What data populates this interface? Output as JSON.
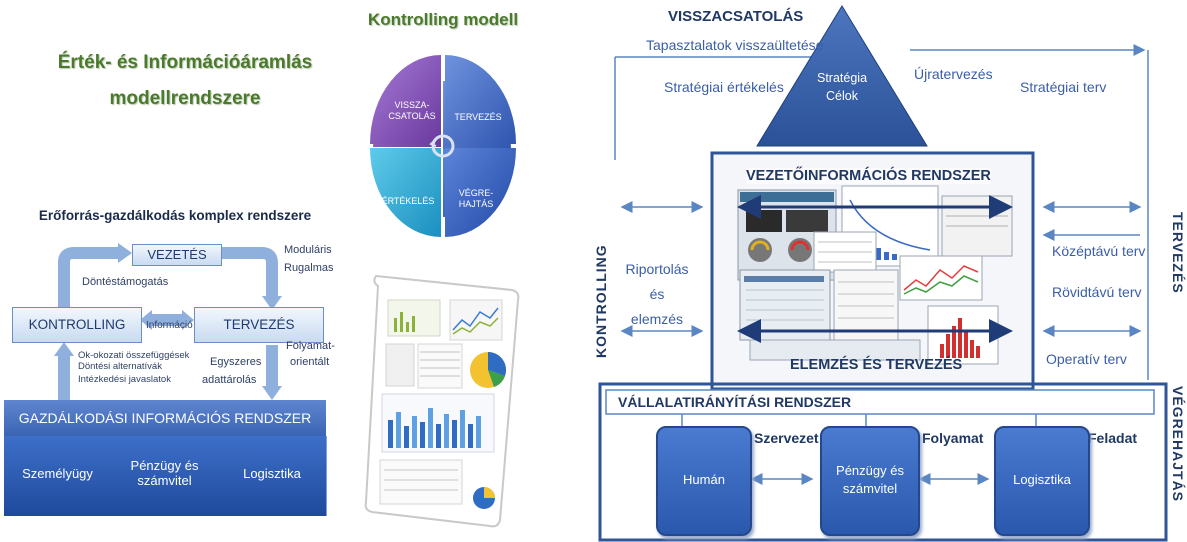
{
  "left": {
    "title_line1": "Érték- és Információáramlás",
    "title_line2": "modellrendszere",
    "subtitle": "Erőforrás-gazdálkodás komplex rendszere",
    "vezetes": "VEZETÉS",
    "kontrolling": "KONTROLLING",
    "tervezes": "TERVEZÉS",
    "informacio": "Információ",
    "dontestamogatas": "Döntéstámogatás",
    "modularis": "Moduláris",
    "rugalmas": "Rugalmas",
    "ok_okozati": "Ok-okozati összefüggések",
    "dontesi": "Döntési alternatívák",
    "intezkedesi": "Intézkedési javaslatok",
    "egyszeres": "Egyszeres",
    "adattarolas": "adattárolás",
    "folyamat": "Folyamat-",
    "orientalt": "orientált",
    "gir": "GAZDÁLKODÁSI INFORMÁCIÓS RENDSZER",
    "modules": [
      "Személyügy",
      "Pénzügy és számvitel",
      "Logisztika"
    ]
  },
  "middle": {
    "title": "Kontrolling modell",
    "quadrants": {
      "tl": "VISSZA-CSATOLÁS",
      "tr": "TERVEZÉS",
      "bl": "ÉRTÉKELÉS",
      "br": "VÉGRE-HAJTÁS"
    }
  },
  "right": {
    "visszacsatolas": "VISSZACSATOLÁS",
    "tapasztalatok": "Tapasztalatok visszaültetése",
    "strategiai_ertekeles": "Stratégiai értékelés",
    "strategia": "Stratégia",
    "celok": "Célok",
    "ujratervezes": "Újratervezés",
    "strategiai_terv": "Stratégiai terv",
    "kontrolling_vertical": "KONTROLLING",
    "tervezes_vertical": "TERVEZÉS",
    "vegrehajtas_vertical": "VÉGREHAJTÁS",
    "vir": "VEZETŐINFORMÁCIÓS RENDSZER",
    "elemzes_tervezes": "ELEMZÉS ÉS TERVEZÉS",
    "riportolas": "Riportolás",
    "es": "és",
    "elemzes": "elemzés",
    "kozeptavu": "Középtávú terv",
    "rovidtavu": "Rövidtávú terv",
    "operativ": "Operatív terv",
    "var": "VÁLLALATIRÁNYÍTÁSI RENDSZER",
    "szervezet": "Szervezet",
    "folyamat": "Folyamat",
    "feladat": "Feladat",
    "boxes": [
      "Humán",
      "Pénzügy és számvitel",
      "Logisztika"
    ]
  },
  "colors": {
    "title_green": "#4b7a2c",
    "dark_blue": "#1f3864",
    "mid_blue": "#2f5597",
    "purple": "#7f4fb0",
    "teal": "#1fa2c8"
  }
}
